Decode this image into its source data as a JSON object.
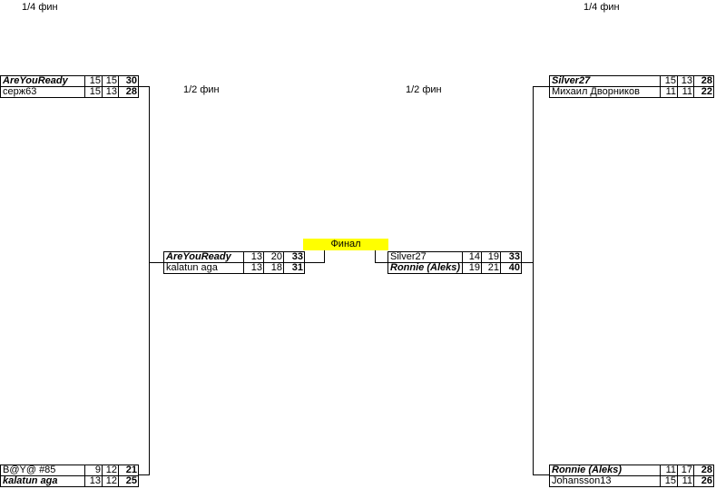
{
  "labels": {
    "quarter_left": "1/4 фин",
    "quarter_right": "1/4 фин",
    "semi_left": "1/2 фин",
    "semi_right": "1/2 фин",
    "final": "Финал"
  },
  "matches": {
    "qf_top_left": [
      {
        "name": "AreYouReady",
        "s1": "15",
        "s2": "15",
        "total": "30",
        "winner": true
      },
      {
        "name": "серж63",
        "s1": "15",
        "s2": "13",
        "total": "28",
        "winner": false
      }
    ],
    "qf_bottom_left": [
      {
        "name": "B@Y@ #85",
        "s1": "9",
        "s2": "12",
        "total": "21",
        "winner": false
      },
      {
        "name": "kalatun aga",
        "s1": "13",
        "s2": "12",
        "total": "25",
        "winner": true
      }
    ],
    "qf_top_right": [
      {
        "name": "Silver27",
        "s1": "15",
        "s2": "13",
        "total": "28",
        "winner": true
      },
      {
        "name": "Михаил Дворников",
        "s1": "11",
        "s2": "11",
        "total": "22",
        "winner": false
      }
    ],
    "qf_bottom_right": [
      {
        "name": "Ronnie (Aleks)",
        "s1": "11",
        "s2": "17",
        "total": "28",
        "winner": true
      },
      {
        "name": "Johansson13",
        "s1": "15",
        "s2": "11",
        "total": "26",
        "winner": false
      }
    ],
    "sf_left": [
      {
        "name": "AreYouReady",
        "s1": "13",
        "s2": "20",
        "total": "33",
        "winner": true
      },
      {
        "name": "kalatun aga",
        "s1": "13",
        "s2": "18",
        "total": "31",
        "winner": false
      }
    ],
    "sf_right": [
      {
        "name": "Silver27",
        "s1": "14",
        "s2": "19",
        "total": "33",
        "winner": false
      },
      {
        "name": "Ronnie (Aleks)",
        "s1": "19",
        "s2": "21",
        "total": "40",
        "winner": true
      }
    ]
  }
}
